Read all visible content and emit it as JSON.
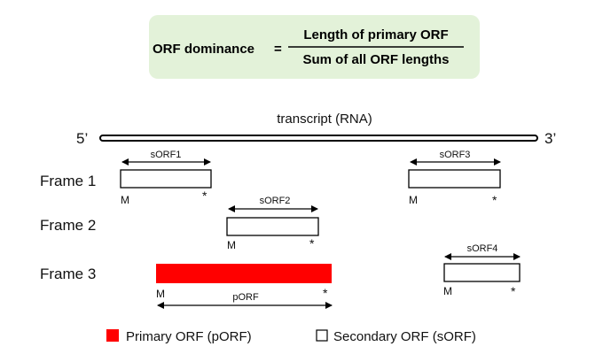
{
  "formula": {
    "lhs": "ORF dominance",
    "equals": "=",
    "numerator": "Length of primary ORF",
    "denominator": "Sum of all ORF lengths",
    "box_color": "#e3f2d9"
  },
  "transcript": {
    "label": "transcript (RNA)",
    "five_prime": "5’",
    "three_prime": "3’"
  },
  "frames": [
    {
      "label": "Frame 1"
    },
    {
      "label": "Frame 2"
    },
    {
      "label": "Frame 3"
    }
  ],
  "orfs": [
    {
      "name": "sORF1",
      "start": "M",
      "stop": "*",
      "type": "secondary"
    },
    {
      "name": "sORF3",
      "start": "M",
      "stop": "*",
      "type": "secondary"
    },
    {
      "name": "sORF2",
      "start": "M",
      "stop": "*",
      "type": "secondary"
    },
    {
      "name": "pORF",
      "start": "M",
      "stop": "*",
      "type": "primary"
    },
    {
      "name": "sORF4",
      "start": "M",
      "stop": "*",
      "type": "secondary"
    }
  ],
  "legend": {
    "primary": "Primary ORF (pORF)",
    "secondary": "Secondary ORF (sORF)",
    "primary_color": "#ff0000"
  }
}
